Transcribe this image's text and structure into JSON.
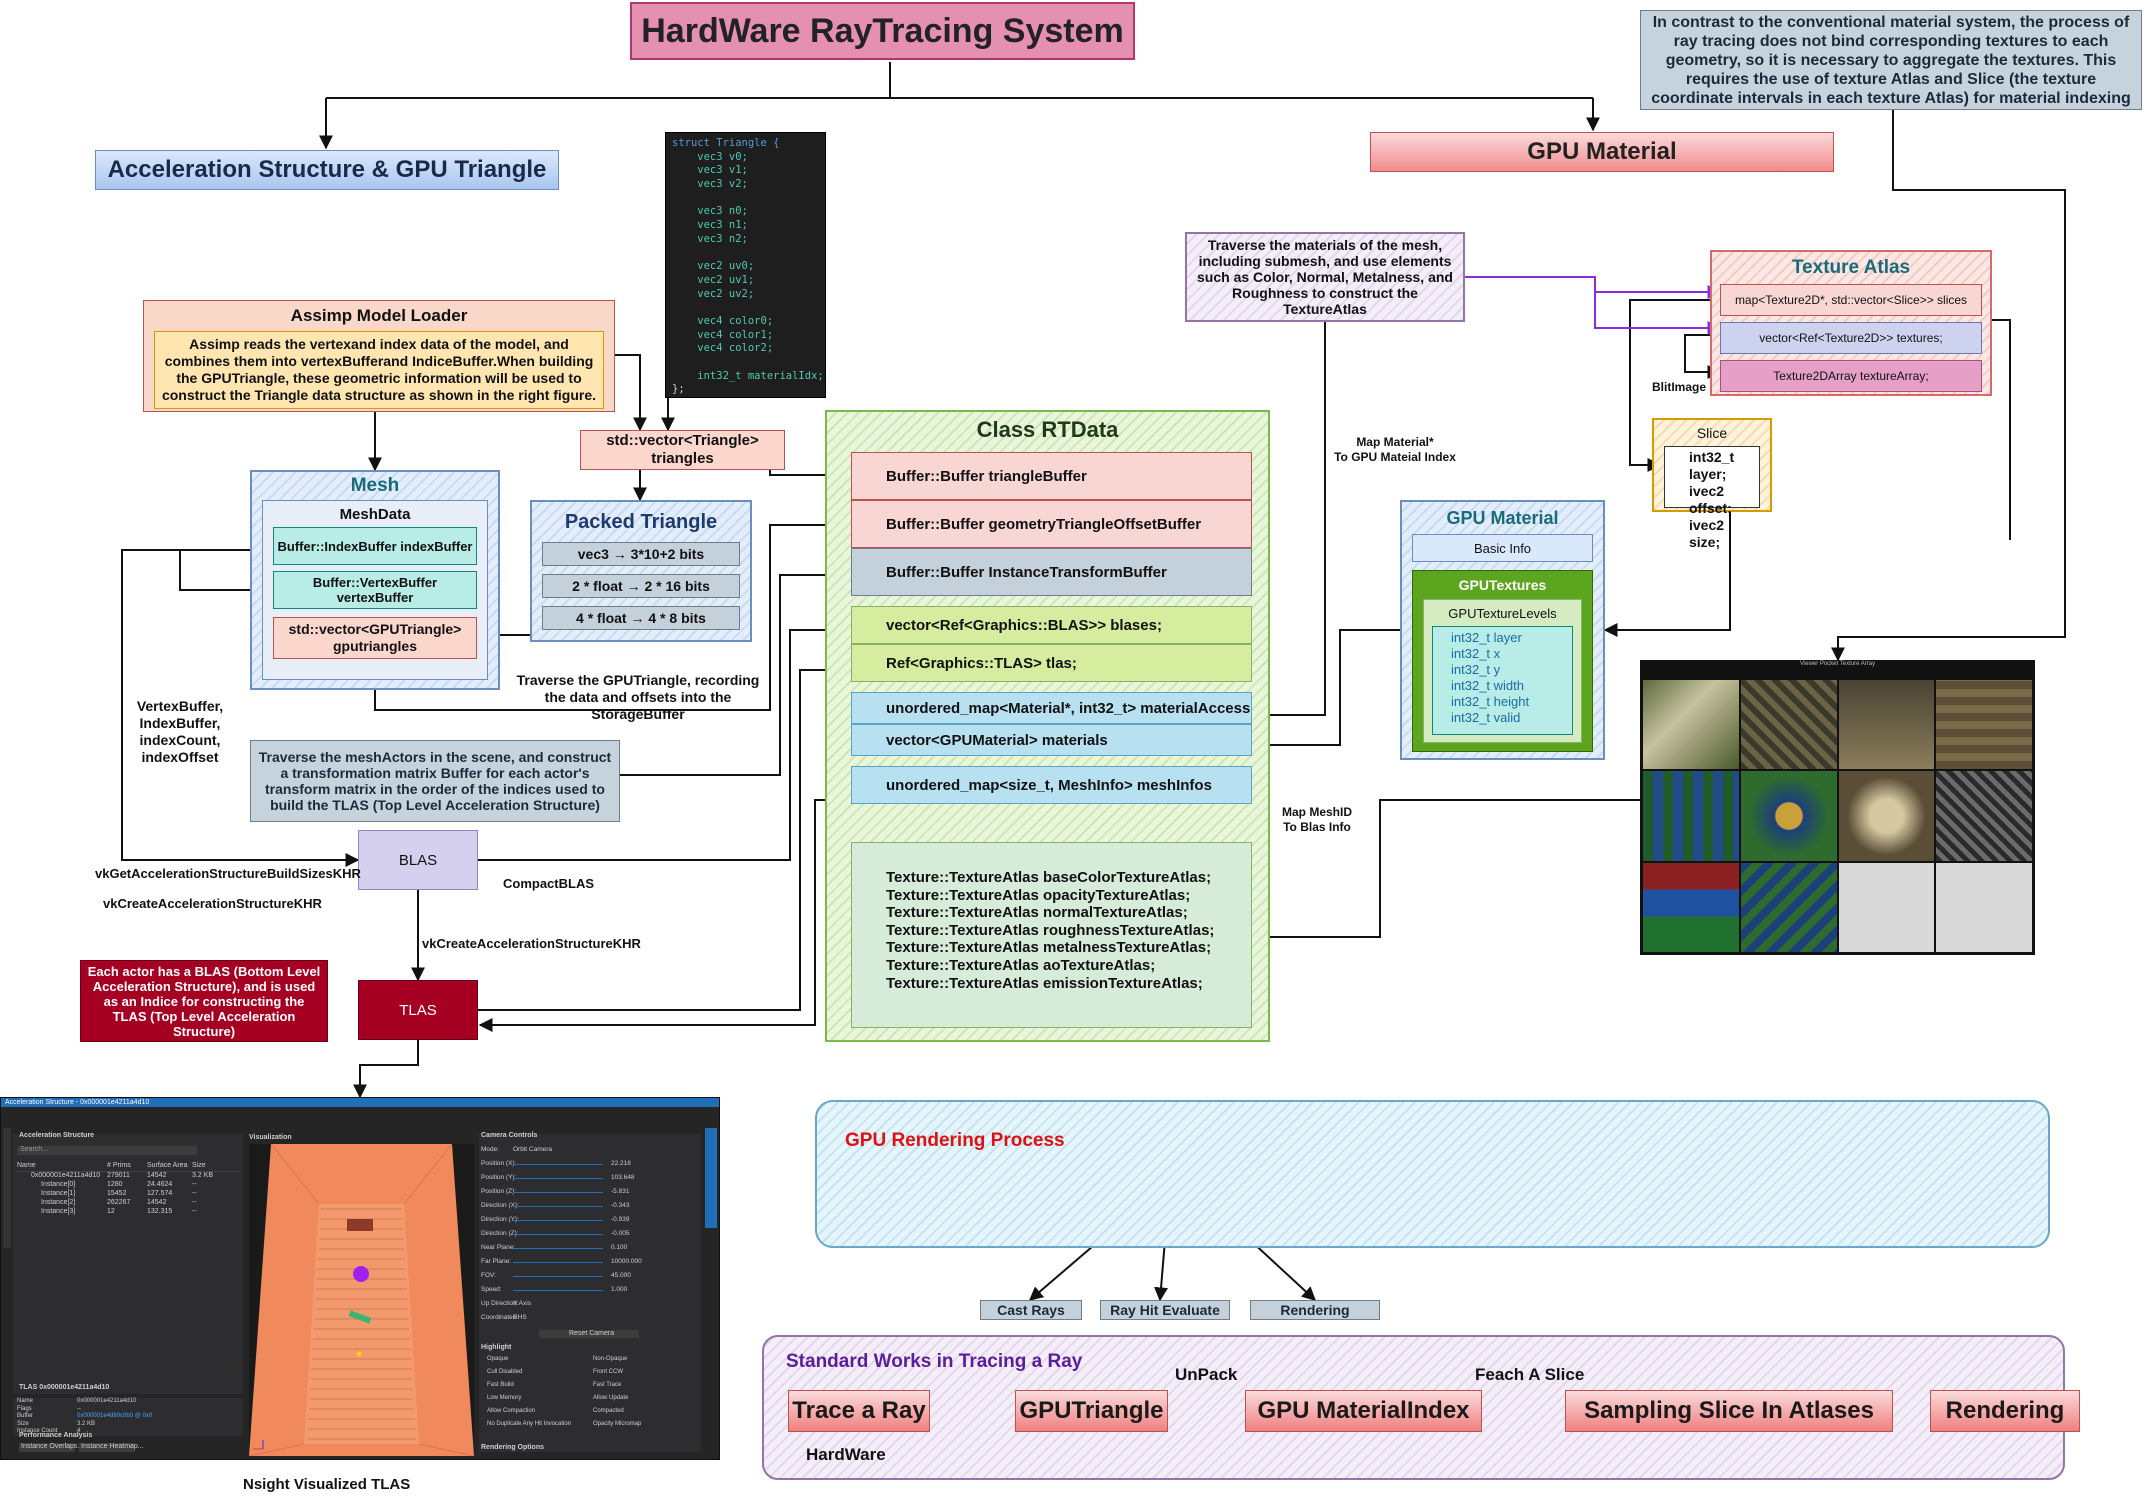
{
  "title": "HardWare RayTracing System",
  "sections": {
    "accel": "Acceleration Structure & GPU Triangle",
    "gpu_material": "GPU Material"
  },
  "top_note": "In contrast to the conventional material system, the process of ray tracing does not bind corresponding textures to each geometry, so it is necessary to aggregate the textures. This requires the use of texture Atlas and Slice (the texture coordinate intervals in each texture Atlas) for material indexing",
  "assimp": {
    "title": "Assimp Model Loader",
    "text": "Assimp reads the vertexand index data of the model, and combines them into vertexBufferand IndiceBuffer.When building the GPUTriangle, these geometric information will be used to construct the Triangle data structure as shown in the right figure."
  },
  "code_lines": [
    "struct Triangle {",
    "    vec3 v0;",
    "    vec3 v1;",
    "    vec3 v2;",
    "",
    "    vec3 n0;",
    "    vec3 n1;",
    "    vec3 n2;",
    "",
    "    vec2 uv0;",
    "    vec2 uv1;",
    "    vec2 uv2;",
    "",
    "    vec4 color0;",
    "    vec4 color1;",
    "    vec4 color2;",
    "",
    "    int32_t materialIdx;",
    "};"
  ],
  "vector_triangle": "std::vector<Triangle> triangles",
  "packed": {
    "title": "Packed Triangle",
    "rows": [
      "vec3 → 3*10+2 bits",
      "2 * float → 2 * 16 bits",
      "4 * float → 4 * 8 bits"
    ]
  },
  "mesh": {
    "title": "Mesh",
    "meshdata": "MeshData",
    "index_buffer": "Buffer::IndexBuffer indexBuffer",
    "vertex_buffer": "Buffer::VertexBuffer vertexBuffer",
    "gputriangles": "std::vector<GPUTriangle> gputriangles"
  },
  "rtdata": {
    "title": "Class RTData",
    "rows": [
      "Buffer::Buffer triangleBuffer",
      "Buffer::Buffer geometryTriangleOffsetBuffer",
      "Buffer::Buffer InstanceTransformBuffer",
      "vector<Ref<Graphics::BLAS>> blases;",
      "Ref<Graphics::TLAS>  tlas;",
      "unordered_map<Material*, int32_t> materialAccess",
      "vector<GPUMaterial> materials",
      "unordered_map<size_t, MeshInfo> meshInfos"
    ],
    "atlases": [
      "Texture::TextureAtlas baseColorTextureAtlas;",
      "Texture::TextureAtlas opacityTextureAtlas;",
      "Texture::TextureAtlas normalTextureAtlas;",
      "Texture::TextureAtlas roughnessTextureAtlas;",
      "Texture::TextureAtlas metalnessTextureAtlas;",
      "Texture::TextureAtlas aoTextureAtlas;",
      "Texture::TextureAtlas emissionTextureAtlas;"
    ]
  },
  "traverse_materials": "Traverse the materials of the mesh, including submesh, and use elements such as Color, Normal, Metalness, and Roughness to construct the TextureAtlas",
  "texture_atlas": {
    "title": "Texture Atlas",
    "rows": [
      "map<Texture2D*, std::vector<Slice>> slices",
      "vector<Ref<Texture2D>> textures;",
      "Texture2DArray textureArray;"
    ]
  },
  "slice": {
    "title": "Slice",
    "rows": [
      "int32_t layer;",
      "ivec2 offset;",
      "ivec2 size;"
    ]
  },
  "gpu_material_box": {
    "title": "GPU Material",
    "basic": "Basic Info",
    "gputextures": "GPUTextures",
    "levels": "GPUTextureLevels",
    "fields": [
      "int32_t layer",
      "int32_t x",
      "int32_t y",
      "int32_t width",
      "int32_t height",
      "int32_t valid"
    ]
  },
  "texture_preview_title": "Viewer Pocket Texture Array",
  "labels": {
    "blit_image": "BlitImage",
    "map_material": "Map Material*\nTo GPU Mateial Index",
    "map_meshid": "Map MeshID\nTo Blas Info",
    "traverse_gputri": "Traverse the GPUTriangle, recording the data and offsets into the StorageBuffer",
    "vb_list": "VertexBuffer,\nIndexBuffer,\nindexCount,\nindexOffset",
    "vk_build_sizes": "vkGetAccelerationStructureBuildSizesKHR",
    "vk_create1": "vkCreateAccelerationStructureKHR",
    "compact_blas": "CompactBLAS",
    "vk_create2": "vkCreateAccelerationStructureKHR",
    "nsight_caption": "Nsight Visualized TLAS"
  },
  "traverse_actors": "Traverse the meshActors in the scene, and construct a transformation matrix Buffer for each actor's transform matrix in the order of the indices used to build the TLAS (Top Level Acceleration Structure)",
  "blas": "BLAS",
  "tlas": "TLAS",
  "each_actor_note": "Each actor has a BLAS (Bottom Level Acceleration Structure), and is used as an Indice for constructing the TLAS (Top Level Acceleration Structure)",
  "rendering_process": {
    "title": "GPU Rendering Process",
    "steps": [
      "Cast Rays",
      "Ray Hit Evaluate",
      "Rendering"
    ]
  },
  "standard_works": {
    "title": "Standard Works in Tracing a Ray",
    "flow": [
      "Trace a Ray",
      "GPUTriangle",
      "GPU MaterialIndex",
      "Sampling Slice In Atlases",
      "Rendering"
    ],
    "labels": [
      "UnPack",
      "Feach A Slice",
      "HardWare"
    ]
  },
  "nsight": {
    "window_title": "Acceleration Structure - 0x000001e4211a4d10",
    "panel_accel": "Acceleration Structure",
    "panel_vis": "Visualization",
    "panel_cam": "Camera Controls",
    "columns": [
      "Name",
      "# Prims",
      "Surface Area",
      "Size"
    ],
    "rows": [
      [
        "0x000001e4211a4d10",
        "279011",
        "14542",
        "3.2 KB"
      ],
      [
        "Instance[0]",
        "1280",
        "24.4624",
        "--"
      ],
      [
        "Instance[1]",
        "15452",
        "127.574",
        "--"
      ],
      [
        "Instance[2]",
        "262267",
        "14542",
        "--"
      ],
      [
        "Instance[3]",
        "12",
        "132.315",
        "--"
      ]
    ],
    "cam_rows": [
      [
        "Mode:",
        "Orbit Camera"
      ],
      [
        "Position (X):",
        "22.218"
      ],
      [
        "Position (Y):",
        "103.648"
      ],
      [
        "Position (Z):",
        "-5.831"
      ],
      [
        "Direction (X):",
        "-0.343"
      ],
      [
        "Direction (Y):",
        "-0.939"
      ],
      [
        "Direction (Z):",
        "-0.005"
      ],
      [
        "Near Plane:",
        "0.100"
      ],
      [
        "Far Plane:",
        "10000.000"
      ],
      [
        "FOV:",
        "45.000"
      ],
      [
        "Speed:",
        "1.000"
      ],
      [
        "Up Direction:",
        "Y Axis"
      ],
      [
        "Coordinates:",
        "RHS"
      ]
    ],
    "reset_camera": "Reset Camera",
    "highlight": "Highlight",
    "hl_items": [
      "Opaque",
      "Non-Opaque",
      "Cull Disabled",
      "Front CCW",
      "Fast Build",
      "Fast Trace",
      "Low Memory",
      "Allow Update",
      "Allow Compaction",
      "Compacted",
      "No Duplicate Any Hit Invocation",
      "Opacity Micromap"
    ],
    "tlas_header": "TLAS 0x000001e4211a4d10",
    "props": [
      [
        "Name",
        "0x000001e4211a4d10"
      ],
      [
        "Flags",
        "--"
      ],
      [
        "Buffer",
        "0x000001e4d60c0b0 @ 0x0"
      ],
      [
        "Size",
        "3.2 KB"
      ],
      [
        "Instance Count",
        "4"
      ]
    ],
    "perf": "Performance Analysis",
    "perf_btns": [
      "Instance Overlaps...",
      "Instance Heatmap..."
    ],
    "render_opts": "Rendering Options",
    "search": "Search..."
  },
  "colors": {
    "accent_red": "#e01010",
    "accent_purple": "#6a1b9a",
    "tlas_dark_red": "#a50021",
    "line_purple": "#8a2be2"
  }
}
